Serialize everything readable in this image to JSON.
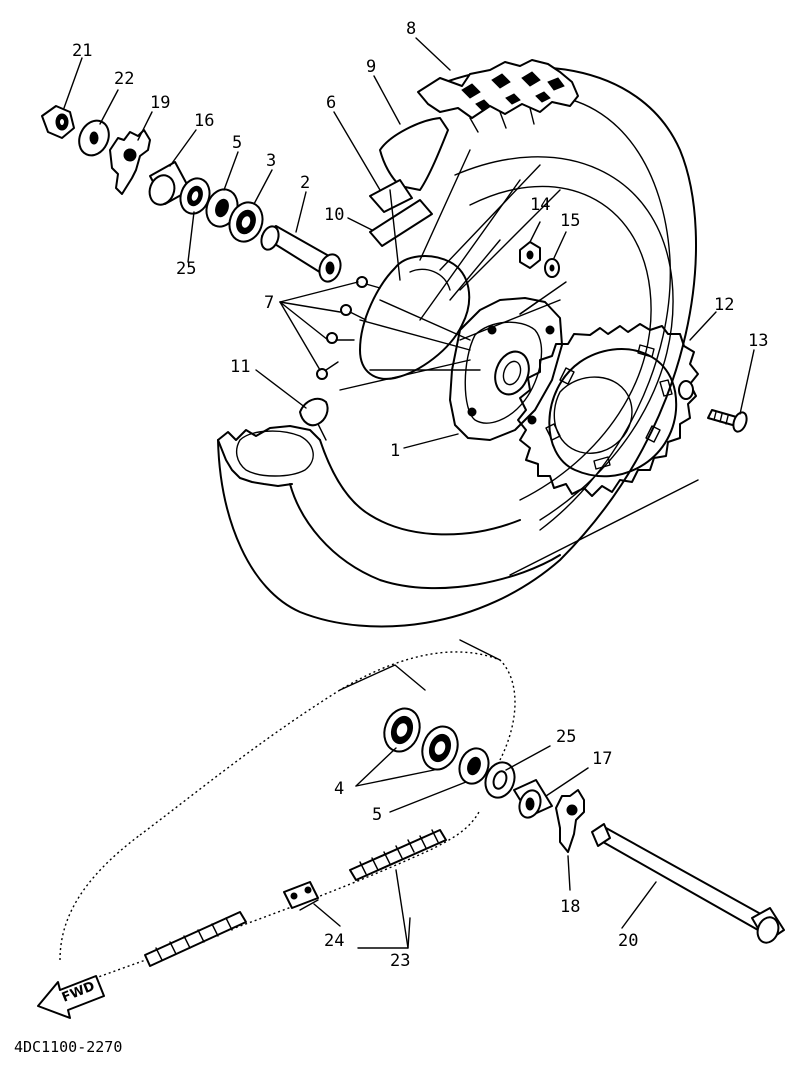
{
  "diagram": {
    "labels": {
      "p1": "1",
      "p2": "2",
      "p3": "3",
      "p4": "4",
      "p5": "5",
      "p6": "6",
      "p7": "7",
      "p8": "8",
      "p9": "9",
      "p10": "10",
      "p11": "11",
      "p12": "12",
      "p13": "13",
      "p14": "14",
      "p15": "15",
      "p16": "16",
      "p17": "17",
      "p18": "18",
      "p19": "19",
      "p20": "20",
      "p21": "21",
      "p22": "22",
      "p23": "23",
      "p24": "24",
      "p25": "25"
    },
    "fwd_label": "FWD",
    "code": "4DC1100-2270"
  }
}
